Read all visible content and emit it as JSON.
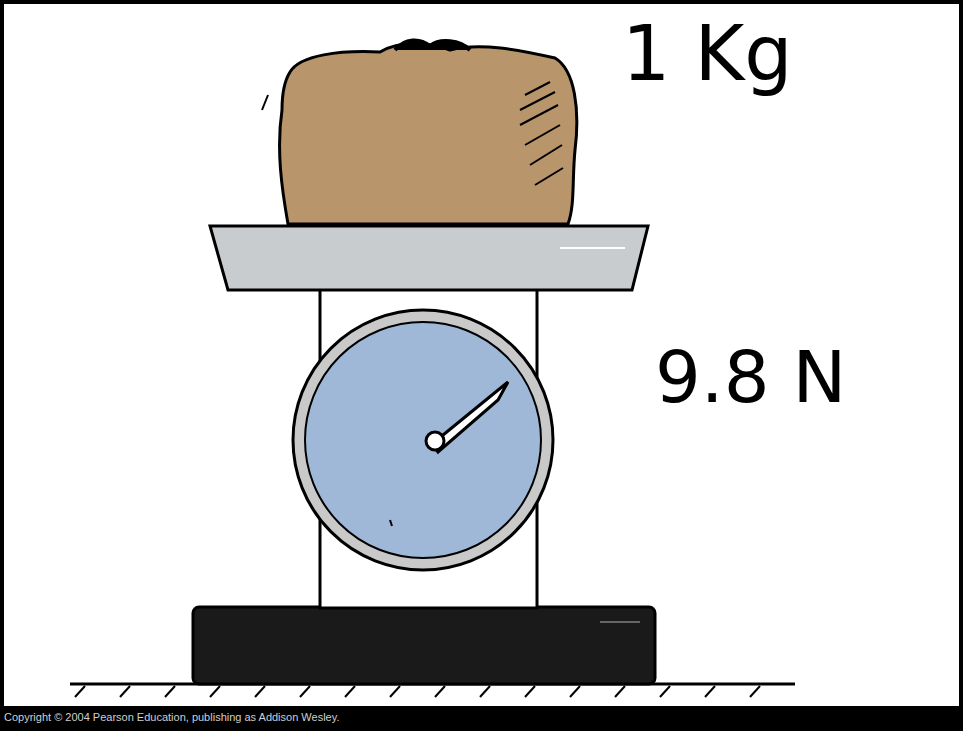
{
  "diagram": {
    "labels": [
      "1 Kg",
      "9.8 N",
      "Copyright © 2004 Pearson Education, publishing as Addison Wesley."
    ]
  }
}
